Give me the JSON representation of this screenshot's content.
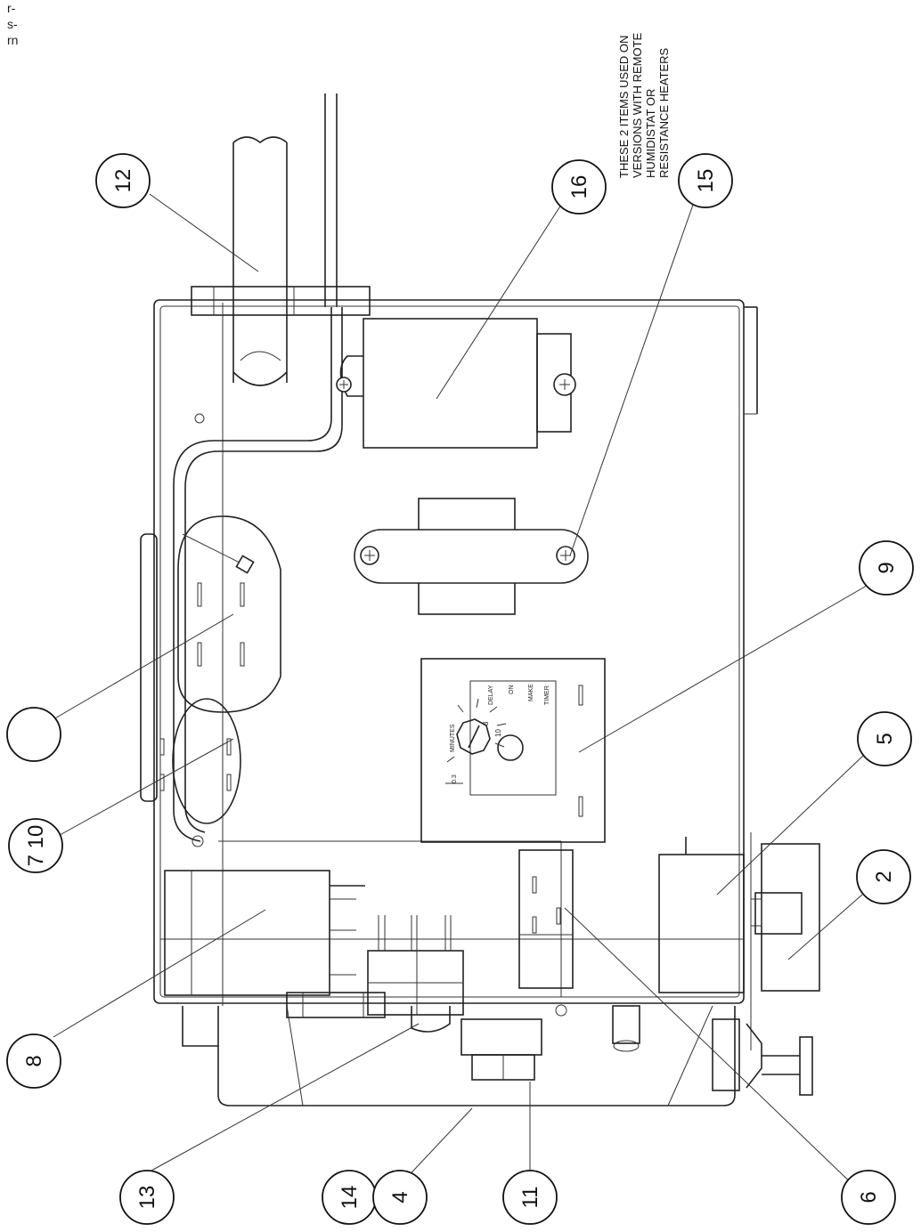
{
  "corner_text": [
    "r-",
    "s-",
    "rn"
  ],
  "note_lines": [
    "THESE 2 ITEMS USED ON",
    "VERSIONS WITH REMOTE",
    "HUMIDISTAT OR",
    "RESISTANCE HEATERS"
  ],
  "callouts": {
    "c12": "12",
    "c16": "16",
    "c15": "15",
    "c9": "9",
    "c5": "5",
    "c2": "2",
    "c_blank": "",
    "c710": "7 10",
    "c8": "8",
    "c13": "13",
    "c14": "14",
    "c4": "4",
    "c11": "11",
    "c6": "6"
  },
  "timer": {
    "label_delay": "DELAY",
    "label_on": "ON",
    "label_make": "MAKE",
    "label_timer": "TIMER",
    "label_minutes": "MINUTES",
    "label_03": "0.3",
    "label_3": "3",
    "label_10": "10"
  }
}
